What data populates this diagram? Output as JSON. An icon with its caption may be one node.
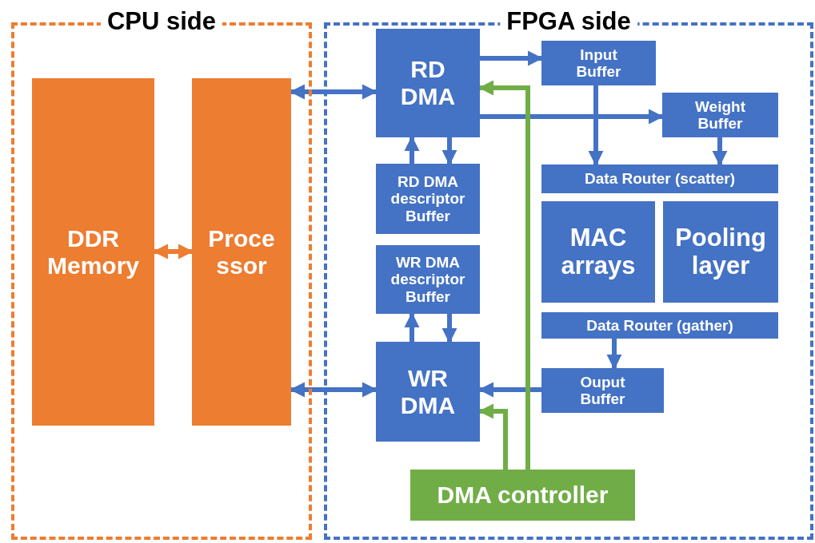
{
  "diagram": {
    "nodes": [
      {
        "text": [
          "CPU side"
        ]
      },
      {
        "text": [
          "FPGA side"
        ]
      },
      {
        "text": [
          "DDR Memory"
        ],
        "in": 0
      },
      {
        "text": [
          "Processor"
        ],
        "in": 0
      },
      {
        "text": [
          "RD DMA"
        ],
        "in": 1
      },
      {
        "text": [
          "RD DMA descriptor Buffer"
        ],
        "in": 1
      },
      {
        "text": [
          "WR DMA descriptor Buffer"
        ],
        "in": 1
      },
      {
        "text": [
          "WR DMA"
        ],
        "in": 1
      },
      {
        "text": [
          "Input Buffer"
        ],
        "in": 1
      },
      {
        "text": [
          "Weight Buffer"
        ],
        "in": 1
      },
      {
        "text": [
          "Data Router (scatter)"
        ],
        "in": 1
      },
      {
        "text": [
          "MAC arrays"
        ],
        "in": 1
      },
      {
        "text": [
          "Pooling layer"
        ],
        "in": 1
      },
      {
        "text": [
          "Data Router (gather)"
        ],
        "in": 1
      },
      {
        "text": [
          "Ouput Buffer"
        ],
        "in": 1
      },
      {
        "text": [
          "DMA controller"
        ],
        "in": 1
      }
    ],
    "edges": [
      {
        "from": 2,
        "to": 3,
        "arrow": "both",
        "color": "#ed7d31"
      },
      {
        "from": 3,
        "to": 4,
        "arrow": "both"
      },
      {
        "from": 3,
        "to": 7,
        "arrow": "both"
      },
      {
        "from": 4,
        "to": 8,
        "arrow": "to"
      },
      {
        "from": 4,
        "to": 9,
        "arrow": "to"
      },
      {
        "from": 8,
        "to": 10,
        "arrow": "to"
      },
      {
        "from": 9,
        "to": 10,
        "arrow": "to"
      },
      {
        "from": 5,
        "to": 4,
        "arrow": "to"
      },
      {
        "from": 4,
        "to": 5,
        "arrow": "to"
      },
      {
        "from": 7,
        "to": 6,
        "arrow": "to"
      },
      {
        "from": 6,
        "to": 7,
        "arrow": "to"
      },
      {
        "from": 13,
        "to": 14,
        "arrow": "to"
      },
      {
        "from": 14,
        "to": 7,
        "arrow": "to"
      },
      {
        "from": 15,
        "to": 4,
        "arrow": "to",
        "color": "#70ad47"
      },
      {
        "from": 15,
        "to": 7,
        "arrow": "to",
        "color": "#70ad47"
      }
    ]
  }
}
